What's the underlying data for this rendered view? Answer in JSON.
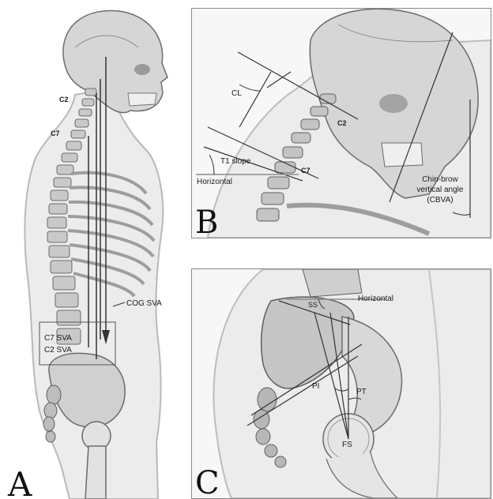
{
  "panel_a": {
    "letter": "A",
    "vertebra_c2": "C2",
    "vertebra_c7": "C7",
    "cog_sva": "COG SVA",
    "c7_sva": "C7 SVA",
    "c2_sva": "C2 SVA"
  },
  "panel_b": {
    "letter": "B",
    "cl": "CL",
    "c2": "C2",
    "c7": "C7",
    "t1_slope": "T1 slope",
    "horizontal": "Horizontal",
    "cbva_line1": "Chin-brow",
    "cbva_line2": "vertical angle",
    "cbva_line3": "(CBVA)"
  },
  "panel_c": {
    "letter": "C",
    "ss": "SS",
    "horizontal": "Horizontal",
    "pi": "PI",
    "pt": "PT",
    "fs": "FS"
  },
  "colors": {
    "bone": "#cfcfcf",
    "bone_dark": "#7a7a7a",
    "body_outline": "#b9b9b9",
    "line": "#333333",
    "horizontal_line": "#8c8c8c"
  }
}
